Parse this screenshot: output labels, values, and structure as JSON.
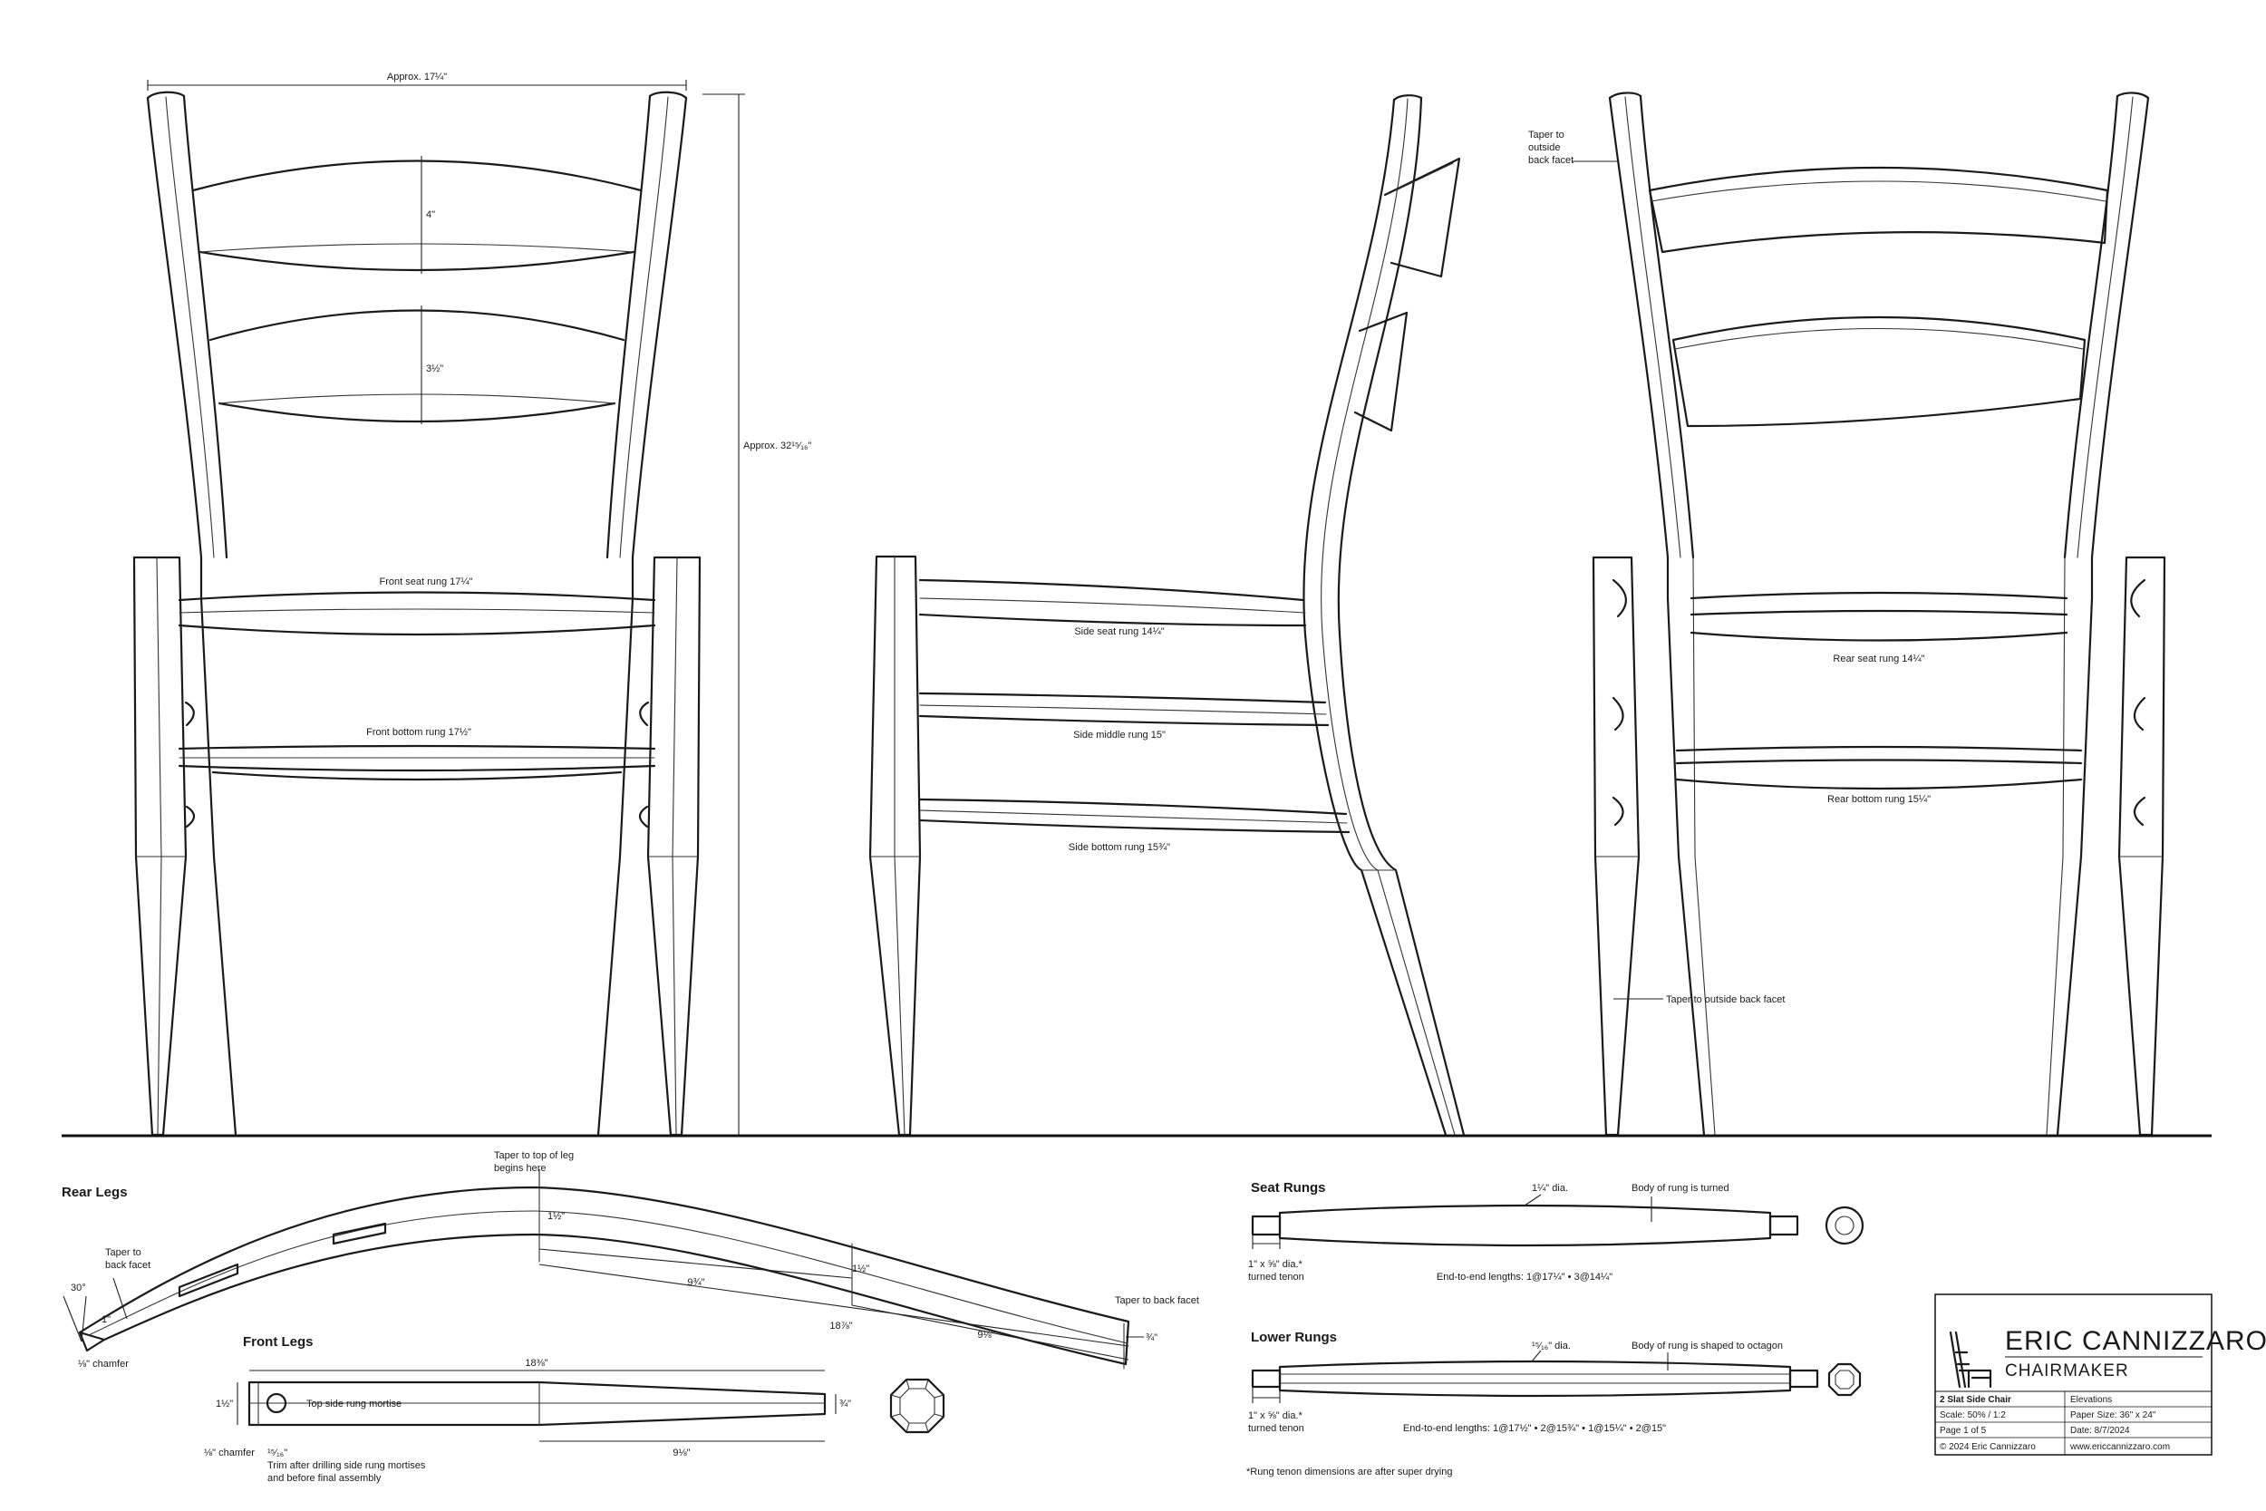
{
  "front_view": {
    "width": "Approx. 17¼\"",
    "top_slat": "4\"",
    "second_slat": "3½\"",
    "height": "Approx. 32¹⁵⁄₁₆\"",
    "seat_rung": "Front seat rung 17¼\"",
    "bottom_rung": "Front bottom rung 17½\""
  },
  "side_view": {
    "seat_rung": "Side seat rung 14¼\"",
    "middle_rung": "Side middle rung 15\"",
    "bottom_rung": "Side bottom rung 15¾\""
  },
  "rear_view": {
    "taper_note": [
      "Taper to",
      "outside",
      "back facet"
    ],
    "seat_rung": "Rear seat rung 14¼\"",
    "bottom_rung": "Rear bottom rung 15¼\"",
    "leg_taper": "Taper to outside back facet"
  },
  "rear_legs": {
    "title": "Rear Legs",
    "taper_top": [
      "Taper to top of leg",
      "begins here"
    ],
    "taper_back": [
      "Taper to",
      "back facet"
    ],
    "angle": "30°",
    "thickness": "1½\"",
    "dim_mid": "1½\"",
    "length_a": "9¾\"",
    "length_total": "18⅞\"",
    "length_b": "9⅛\"",
    "end_note": "Taper to back facet",
    "end_dim": "¾\"",
    "small": "1\"",
    "chamfer": "⅛\" chamfer"
  },
  "front_legs": {
    "title": "Front Legs",
    "length": "18⅜\"",
    "width": "1½\"",
    "mortise": "Top side rung mortise",
    "end_dim": "¾\"",
    "taper_len": "9⅛\"",
    "chamfer": "⅛\" chamfer",
    "offset": "¹⁵⁄₁₆\"",
    "trim_note": [
      "Trim after drilling side rung mortises",
      "and before final assembly"
    ]
  },
  "seat_rungs": {
    "title": "Seat Rungs",
    "dia": "1¼\" dia.",
    "body": "Body of rung is turned",
    "tenon": [
      "1\" x ⅝\" dia.*",
      "turned tenon"
    ],
    "lengths": "End-to-end lengths: 1@17¼\" • 3@14¼\""
  },
  "lower_rungs": {
    "title": "Lower Rungs",
    "dia": "¹⁵⁄₁₆\" dia.",
    "body": "Body of rung is shaped to octagon",
    "tenon": [
      "1\" x ⅝\" dia.*",
      "turned tenon"
    ],
    "lengths": "End-to-end lengths: 1@17½\" • 2@15¾\" • 1@15¼\" • 2@15\""
  },
  "footnote": "*Rung tenon dimensions are after super drying",
  "title_block": {
    "brand": "ERIC CANNIZZARO",
    "subtitle": "CHAIRMAKER",
    "project": "2 Slat Side Chair",
    "sheet_name": "Elevations",
    "scale": "Scale: 50% / 1:2",
    "paper": "Paper Size: 36\" x 24\"",
    "page": "Page 1 of 5",
    "date": "Date: 8/7/2024",
    "copyright": "© 2024 Eric Cannizzaro",
    "website": "www.ericcannizzaro.com"
  }
}
